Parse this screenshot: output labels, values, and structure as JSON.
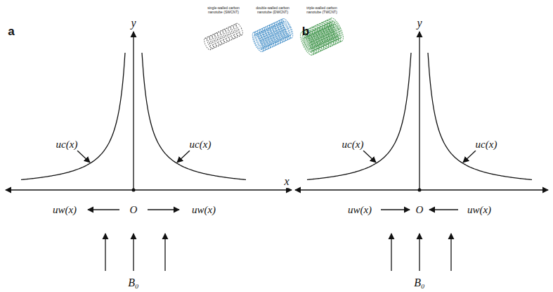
{
  "diagram": {
    "labels": [
      "single-walled carbon nanotube (SWCNT)",
      "double-walled carbon nanotube (DWCNT)",
      "triple-walled carbon nanotube (TWCNT)",
      "a",
      "y",
      "uc(x)",
      "uc(x)",
      "x",
      "uw(x)",
      "O",
      "uw(x)",
      "B₀",
      "b",
      "y",
      "uc(x)",
      "uc(x)",
      "uw(x)",
      "O",
      "uw(x)",
      "B₀"
    ]
  }
}
